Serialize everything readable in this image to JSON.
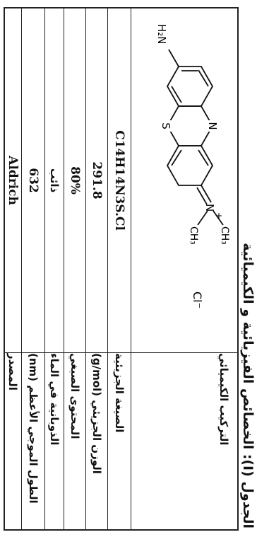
{
  "caption": "الجدول (I): الخصائص الفيزيائية و الكيميائية",
  "structure_label": "التركيب الكيميائي",
  "structure_atoms": {
    "amine": "H₂N",
    "ring_n": "N",
    "ring_s": "S",
    "iminium_n": "N",
    "plus": "+",
    "methyl_top": "CH₃",
    "methyl_bottom": "CH₃",
    "counter_ion": "Cl⁻"
  },
  "rows": [
    {
      "label": "الصيغة الجزيئية",
      "value": "C14H14N3S.Cl"
    },
    {
      "label": "الوزن الجزيئي (g/mol)",
      "value": "291.8"
    },
    {
      "label": "المحتوى الصبغي",
      "value": "80%"
    },
    {
      "label": "الذوبانية في الماء",
      "value": "ذائب"
    },
    {
      "label": "الطول الموجي الأعظم (nm)",
      "value": "632"
    },
    {
      "label": "المصدر",
      "value": "Aldrich"
    }
  ]
}
